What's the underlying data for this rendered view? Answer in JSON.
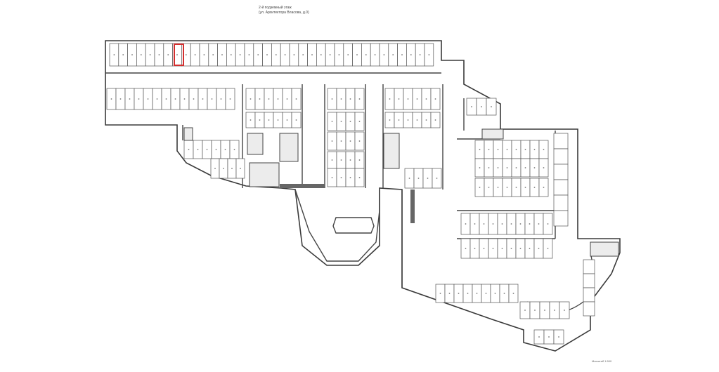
{
  "header": {
    "line1": "2-й подземный этаж",
    "line2": "(ул. Архитектора Власова, д.0)"
  },
  "footer": {
    "scale": "Масштаб 1:500",
    "note": ""
  },
  "colors": {
    "highlight": "#d32f2f",
    "walls": "#3a3a3a",
    "background": "#ffffff"
  },
  "highlighted_space": "selected parking space"
}
